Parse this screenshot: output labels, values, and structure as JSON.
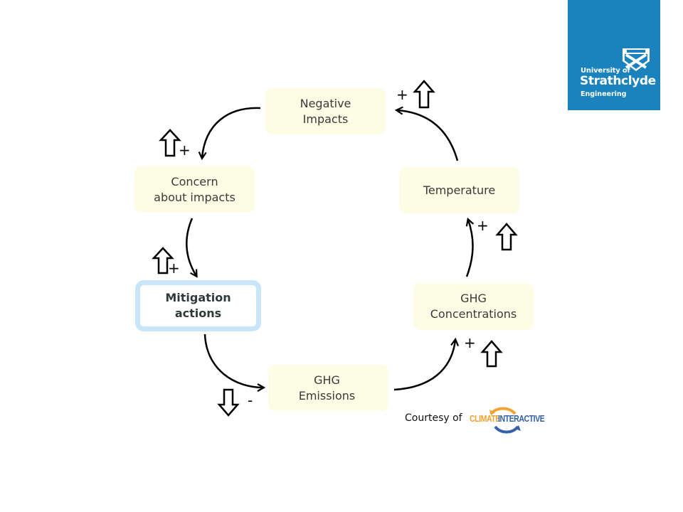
{
  "logo": {
    "line1": "University of",
    "line2": "Strathclyde",
    "line3": "Engineering",
    "bg_color": "#1a83be"
  },
  "nodes": {
    "negative_impacts": [
      "Negative",
      "Impacts"
    ],
    "concern": [
      "Concern",
      "about impacts"
    ],
    "mitigation": [
      "Mitigation",
      "actions"
    ],
    "ghg_emissions": [
      "GHG",
      "Emissions"
    ],
    "ghg_concentrations": [
      "GHG",
      "Concentrations"
    ],
    "temperature": [
      "Temperature"
    ]
  },
  "links": [
    {
      "from": "Negative Impacts",
      "to": "Concern about impacts",
      "polarity": "+",
      "trend": "up"
    },
    {
      "from": "Concern about impacts",
      "to": "Mitigation actions",
      "polarity": "+",
      "trend": "up"
    },
    {
      "from": "Mitigation actions",
      "to": "GHG Emissions",
      "polarity": "-",
      "trend": "down"
    },
    {
      "from": "GHG Emissions",
      "to": "GHG Concentrations",
      "polarity": "+",
      "trend": "up"
    },
    {
      "from": "GHG Concentrations",
      "to": "Temperature",
      "polarity": "+",
      "trend": "up"
    },
    {
      "from": "Temperature",
      "to": "Negative Impacts",
      "polarity": "+",
      "trend": "up"
    }
  ],
  "signs": {
    "s1": "+",
    "s2": "+",
    "s3": "-",
    "s4": "+",
    "s5": "+",
    "s6": "+"
  },
  "credit": {
    "courtesy": "Courtesy of",
    "brand_part1": "CLIMATE",
    "brand_part2": "INTERACTIVE"
  }
}
